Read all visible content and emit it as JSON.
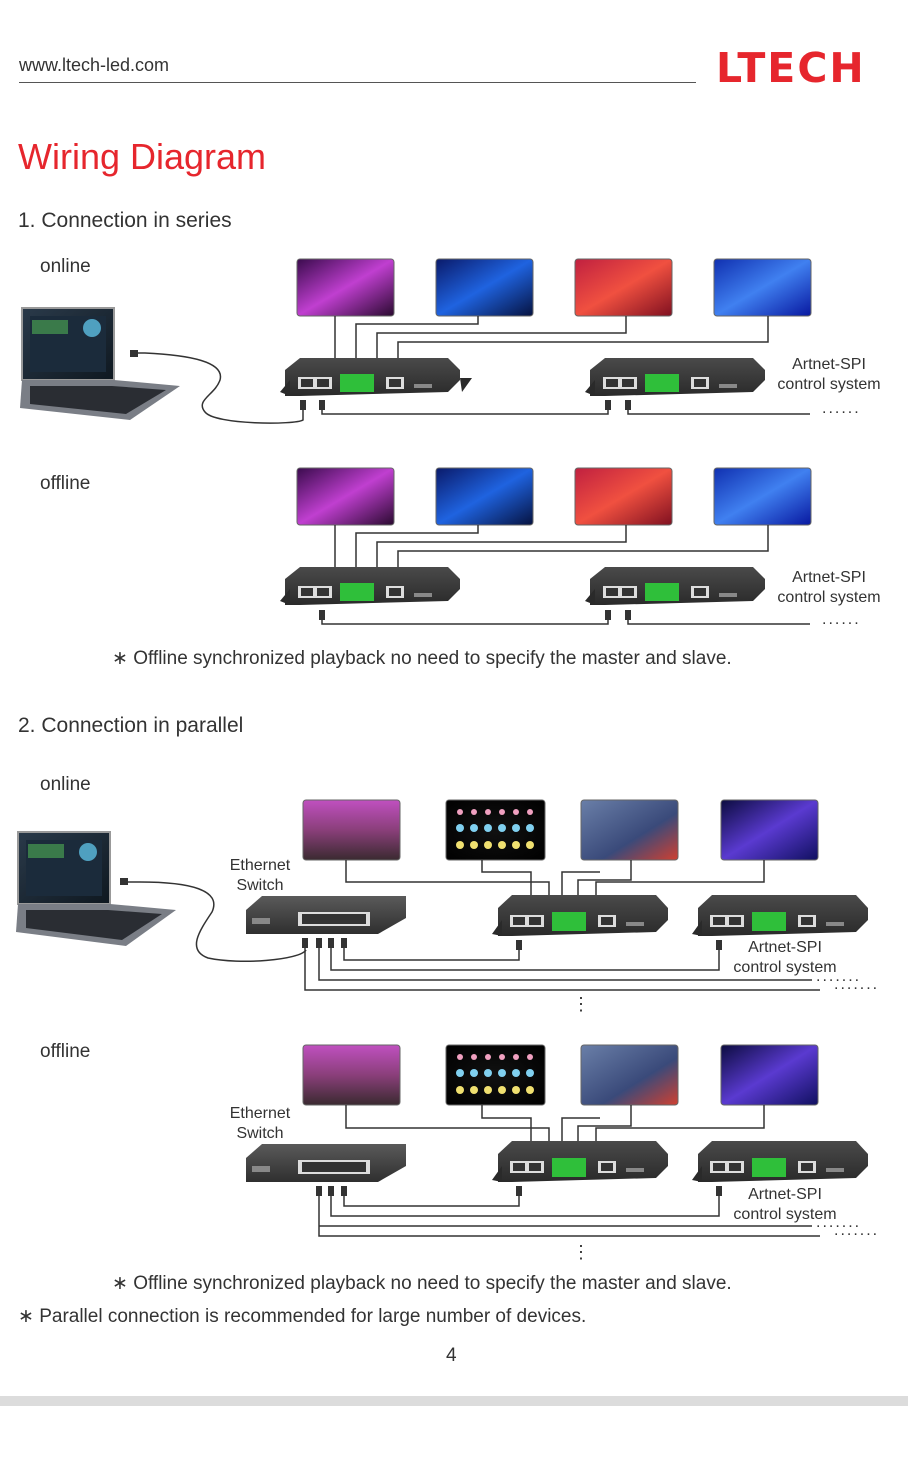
{
  "header": {
    "url": "www.ltech-led.com",
    "logo": "LTECH"
  },
  "title": "Wiring Diagram",
  "section1": {
    "heading": "1. Connection in series",
    "online_label": "online",
    "offline_label": "offline",
    "system_label_line1": "Artnet-SPI",
    "system_label_line2": "control system",
    "dots": "......",
    "note": "∗ Offline synchronized playback no need to specify the master and slave."
  },
  "section2": {
    "heading": "2. Connection in parallel",
    "online_label": "online",
    "offline_label": "offline",
    "switch_label_line1": "Ethernet",
    "switch_label_line2": "Switch",
    "system_label_line1": "Artnet-SPI",
    "system_label_line2": "control system",
    "dots": ".......",
    "vdots": "⋮",
    "note1": "∗  Offline synchronized playback no need to specify the master and slave.",
    "note2": "∗  Parallel connection is recommended for large number of devices."
  },
  "page_number": "4",
  "colors": {
    "brand_red": "#e6262d",
    "device_dark": "#3a3a3a",
    "terminal_green": "#2fbf3a"
  }
}
